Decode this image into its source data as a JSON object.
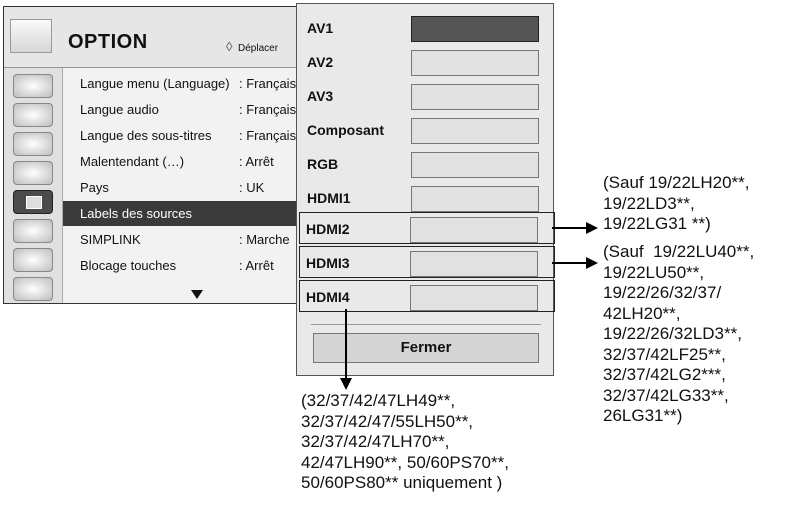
{
  "menu": {
    "title": "OPTION",
    "hint": "Déplacer",
    "rows": [
      {
        "label": "Langue menu (Language)",
        "value": ": Français"
      },
      {
        "label": "Langue audio",
        "value": ": Français"
      },
      {
        "label": "Langue des sous-titres",
        "value": ": Français"
      },
      {
        "label": "Malentendant (…)",
        "value": ": Arrêt"
      },
      {
        "label": "Pays",
        "value": ": UK"
      },
      {
        "label": "Labels des sources",
        "value": ""
      },
      {
        "label": "SIMPLINK",
        "value": ": Marche"
      },
      {
        "label": "Blocage touches",
        "value": ": Arrêt"
      }
    ],
    "side_icons": [
      "antenna-icon",
      "picture-icon",
      "audio-icon",
      "time-icon",
      "option-icon",
      "lock-icon",
      "usb-icon",
      "movie-icon"
    ]
  },
  "dialog": {
    "sources": [
      "AV1",
      "AV2",
      "AV3",
      "Composant",
      "RGB",
      "HDMI1",
      "HDMI2",
      "HDMI3",
      "HDMI4"
    ],
    "close_label": "Fermer"
  },
  "notes": {
    "hdmi2": "(Sauf 19/22LH20**,\n19/22LD3**,\n19/22LG31 **)",
    "hdmi3": "(Sauf  19/22LU40**,\n19/22LU50**,\n19/22/26/32/37/\n42LH20**,\n19/22/26/32LD3**,\n32/37/42LF25**,\n32/37/42LG2***,\n32/37/42LG33**,\n26LG31**)",
    "hdmi4": "(32/37/42/47LH49**,\n32/37/42/47/55LH50**,\n32/37/42/47LH70**,\n42/47LH90**, 50/60PS70**,\n50/60PS80** uniquement )"
  },
  "colors": {
    "selected": "#3a3a3a",
    "active_field": "#555555"
  }
}
